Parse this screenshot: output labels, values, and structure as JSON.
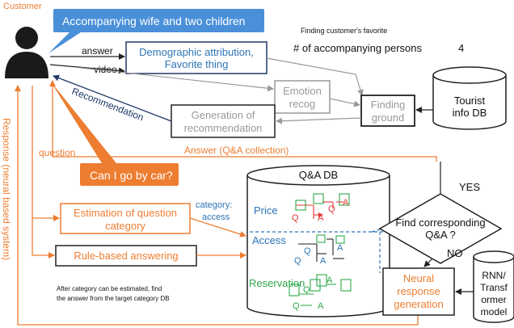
{
  "customer": {
    "label": "Customer"
  },
  "bubbles": {
    "companions": "Accompanying wife and two children",
    "question": "Can I go by car?"
  },
  "flow_labels": {
    "answer": "answer",
    "video": "video",
    "recommendation": "Recommendation",
    "question": "question",
    "answer_qa": "Answer (Q&A collection)",
    "response_side": "Response (neural based system)",
    "category_access_1": "category:",
    "category_access_2": "access",
    "yes": "YES",
    "no": "NO"
  },
  "boxes": {
    "demographic_1": "Demographic attribution,",
    "demographic_2": "Favorite thing",
    "emotion_1": "Emotion",
    "emotion_2": "recog",
    "finding_1": "Finding",
    "finding_2": "ground",
    "generation_1": "Generation of",
    "generation_2": "recommendation",
    "estimation_1": "Estimation of question",
    "estimation_2": "category",
    "rule_based": "Rule-based answering",
    "neural_1": "Neural",
    "neural_2": "response",
    "neural_3": "generation"
  },
  "favorite": {
    "header": "Finding customer's favorite",
    "item": "# of accompanying persons",
    "value": "4"
  },
  "databases": {
    "tourist_1": "Tourist",
    "tourist_2": "info DB",
    "qa_title": "Q&A DB",
    "rnn_1": "RNN/",
    "rnn_2": "Transf",
    "rnn_3": "ormer",
    "rnn_4": "model"
  },
  "qa_sections": {
    "price": "Price",
    "access": "Access",
    "reservation": "Reservation",
    "q": "Q",
    "a": "A"
  },
  "decision": {
    "line1": "Find corresponding",
    "line2": "Q&A ?"
  },
  "note": {
    "line1": "After category can be estimated, find",
    "line2": "the answer from the target category DB"
  },
  "colors": {
    "orange": "#ED7D31",
    "blue_bubble": "#4A90D9",
    "blue_text": "#2E75B6",
    "dark_blue": "#1F3864",
    "gray": "#999999",
    "green": "#2EA84A",
    "red": "#E53935"
  }
}
